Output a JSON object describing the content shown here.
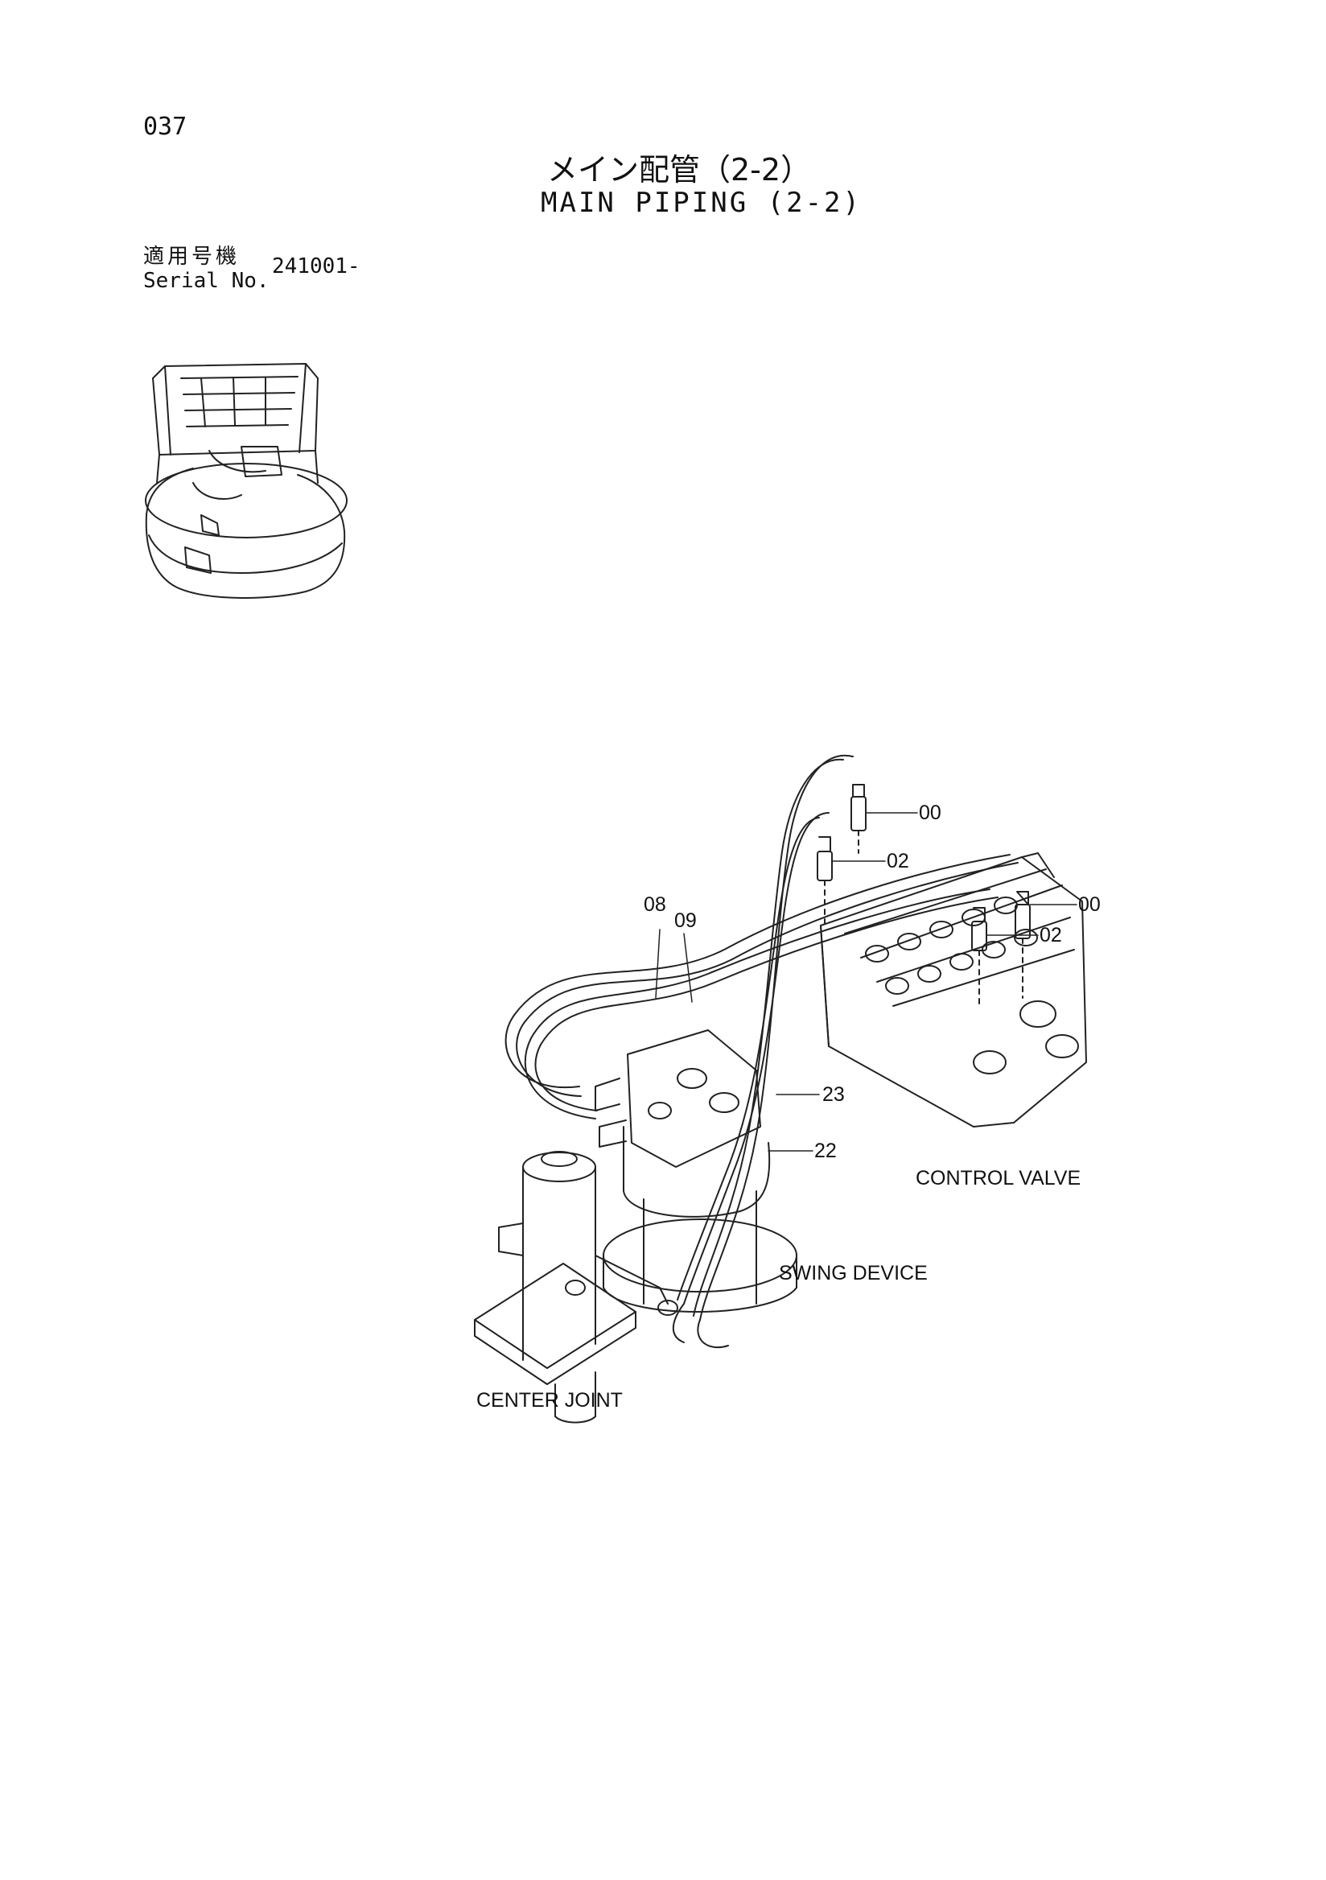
{
  "header": {
    "page_number": "037",
    "title_jp": "メイン配管（2-2）",
    "title_en": "MAIN PIPING (2-2)"
  },
  "serial": {
    "label_jp": "適用号機",
    "label_en": "Serial No.",
    "value": "241001-"
  },
  "callouts": {
    "c00_a": "00",
    "c02_a": "02",
    "c00_b": "00",
    "c02_b": "02",
    "c08": "08",
    "c09": "09",
    "c23": "23",
    "c22": "22"
  },
  "components": {
    "control_valve": "CONTROL VALVE",
    "swing_device": "SWING DEVICE",
    "center_joint": "CENTER JOINT"
  }
}
